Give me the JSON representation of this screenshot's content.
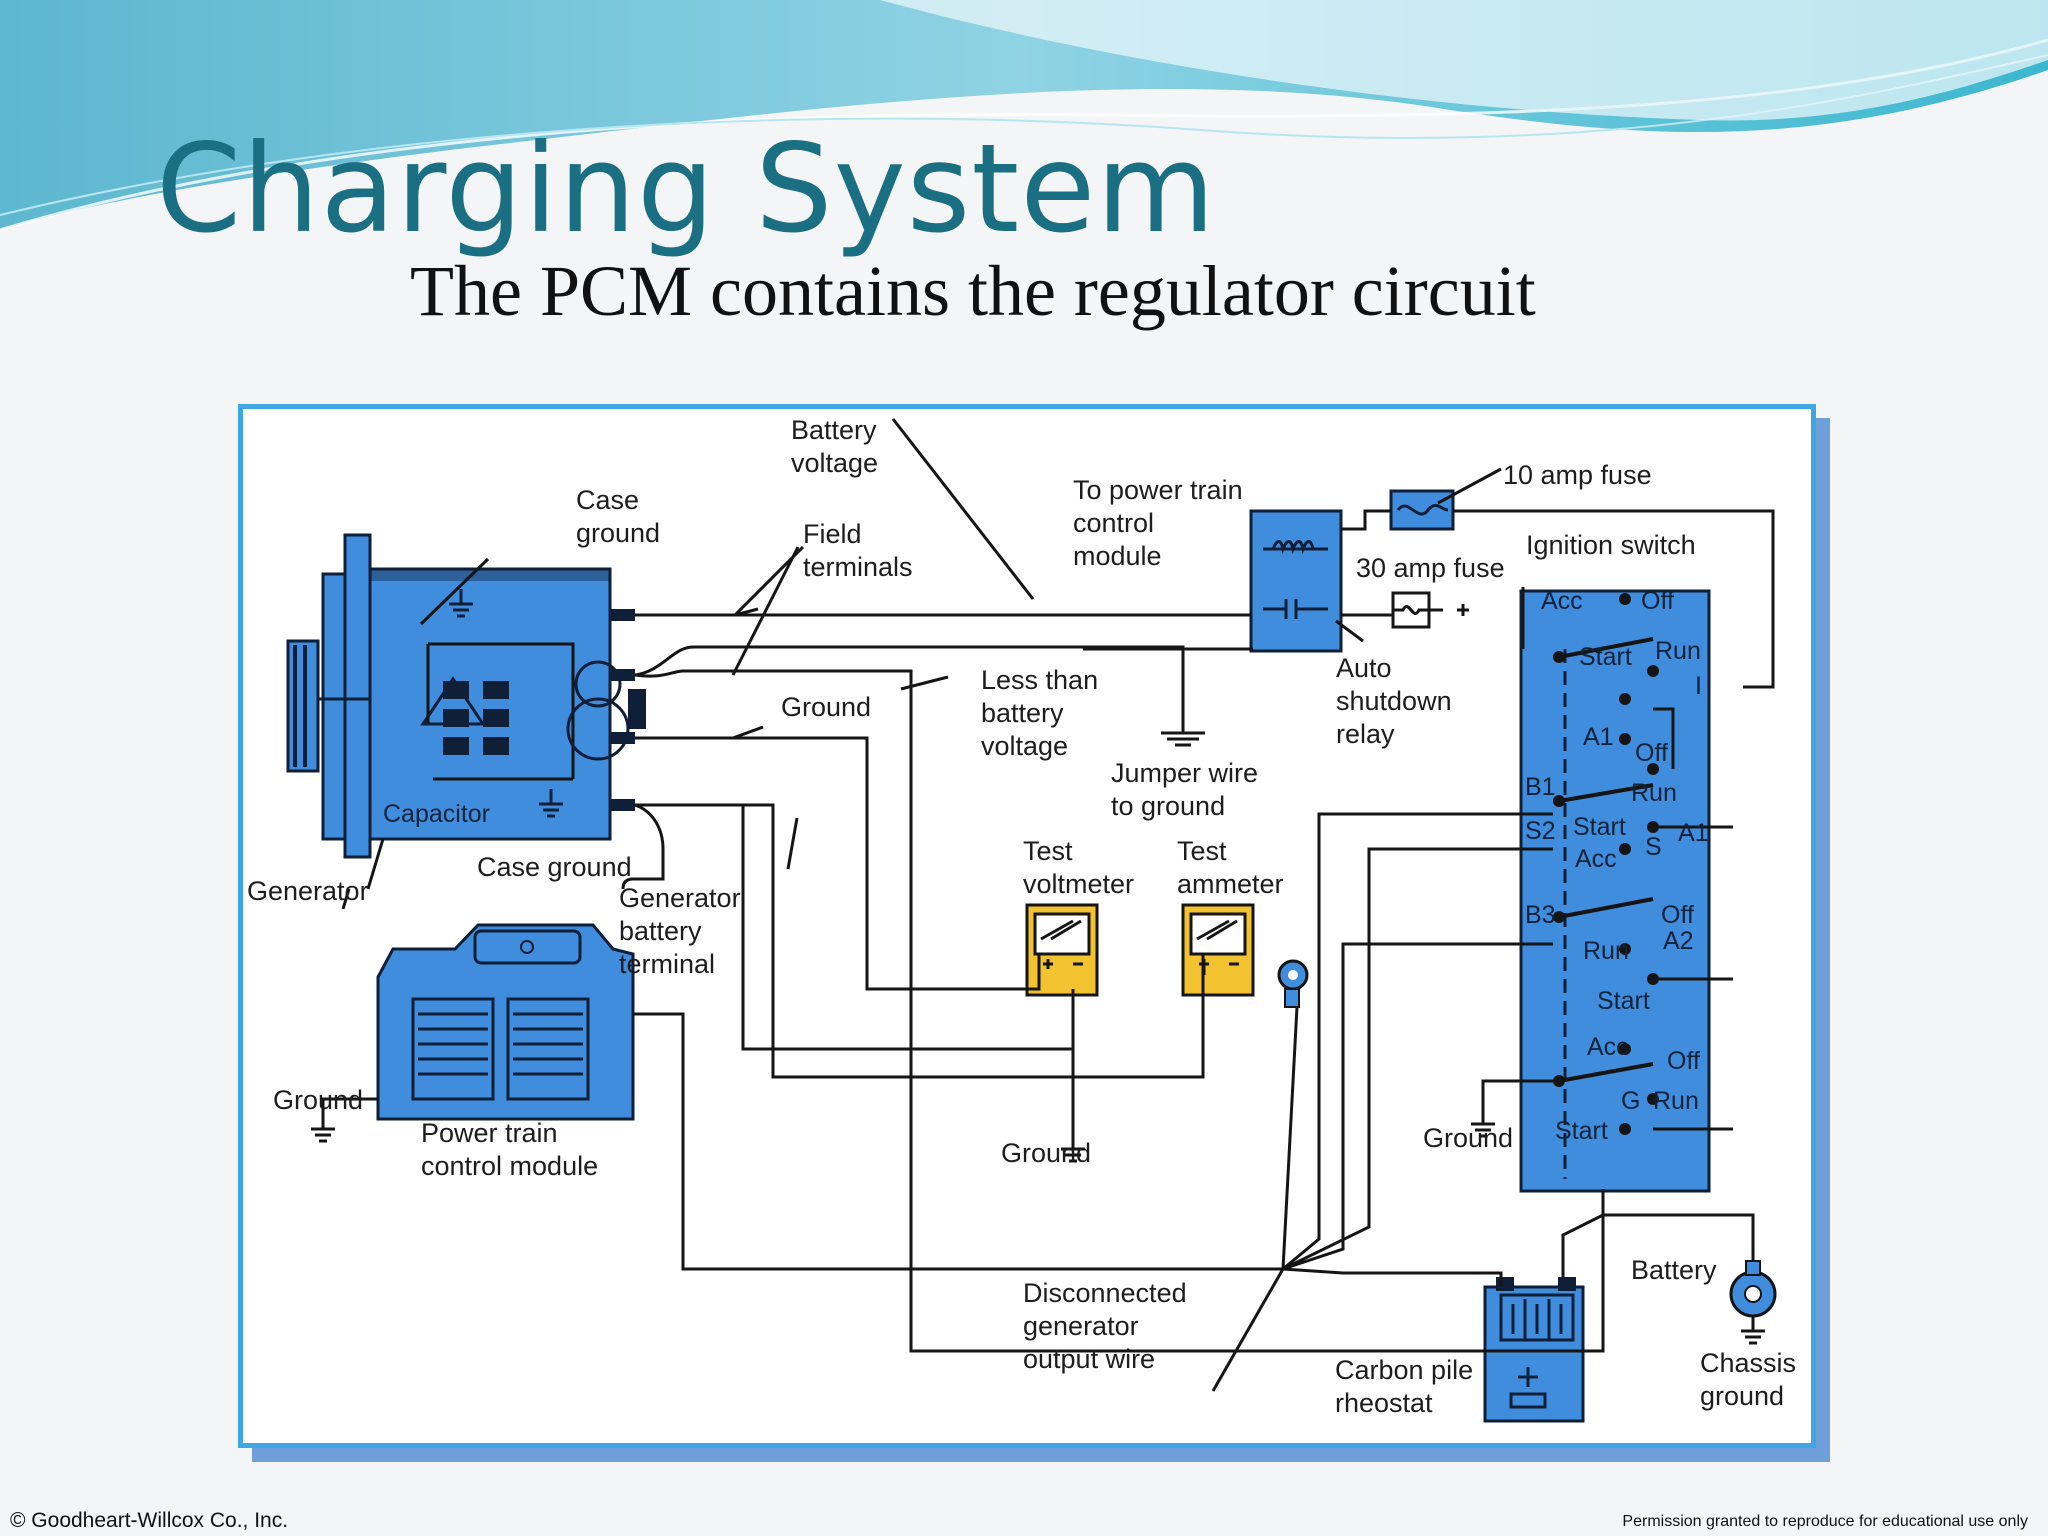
{
  "slide": {
    "title": "Charging System",
    "subtitle": "The PCM contains the regulator circuit"
  },
  "diagram": {
    "labels": {
      "battery_voltage": [
        "Battery",
        "voltage"
      ],
      "case_ground_top": [
        "Case",
        "ground"
      ],
      "field_terminals": [
        "Field",
        "terminals"
      ],
      "to_power_train": [
        "To power train",
        "control",
        "module"
      ],
      "ten_amp_fuse": "10 amp fuse",
      "thirty_amp_fuse": "30 amp fuse",
      "ignition_switch": "Ignition switch",
      "auto_shutdown": [
        "Auto",
        "shutdown",
        "relay"
      ],
      "less_than": [
        "Less than",
        "battery",
        "voltage"
      ],
      "ground_mid": "Ground",
      "jumper_wire": [
        "Jumper wire",
        "to ground"
      ],
      "capacitor": "Capacitor",
      "generator": "Generator",
      "case_ground_bottom": "Case ground",
      "generator_battery_terminal": [
        "Generator",
        "battery",
        "terminal"
      ],
      "test_voltmeter": [
        "Test",
        "voltmeter"
      ],
      "test_ammeter": [
        "Test",
        "ammeter"
      ],
      "ground_left": "Ground",
      "pcm": [
        "Power train",
        "control module"
      ],
      "ground_meter": "Ground",
      "ground_switch": "Ground",
      "disconnected": [
        "Disconnected",
        "generator",
        "output wire"
      ],
      "carbon_pile": [
        "Carbon pile",
        "rheostat"
      ],
      "battery": "Battery",
      "chassis_ground": [
        "Chassis",
        "ground"
      ]
    },
    "switch_labels": {
      "acc": "Acc",
      "off": "Off",
      "start": "Start",
      "run": "Run",
      "i": "I",
      "a1": "A1",
      "b1": "B1",
      "s2": "S2",
      "s": "S",
      "b3": "B3",
      "a2": "A2",
      "g": "G"
    }
  },
  "footer": {
    "left": "© Goodheart-Willcox Co., Inc.",
    "right": "Permission granted to reproduce for educational use only"
  },
  "colors": {
    "title": "#1b6f83",
    "frame_border": "#3fa6e3",
    "frame_shadow": "#6e9fda",
    "component_blue": "#3f8ddc",
    "meter_yellow": "#f2c230"
  }
}
